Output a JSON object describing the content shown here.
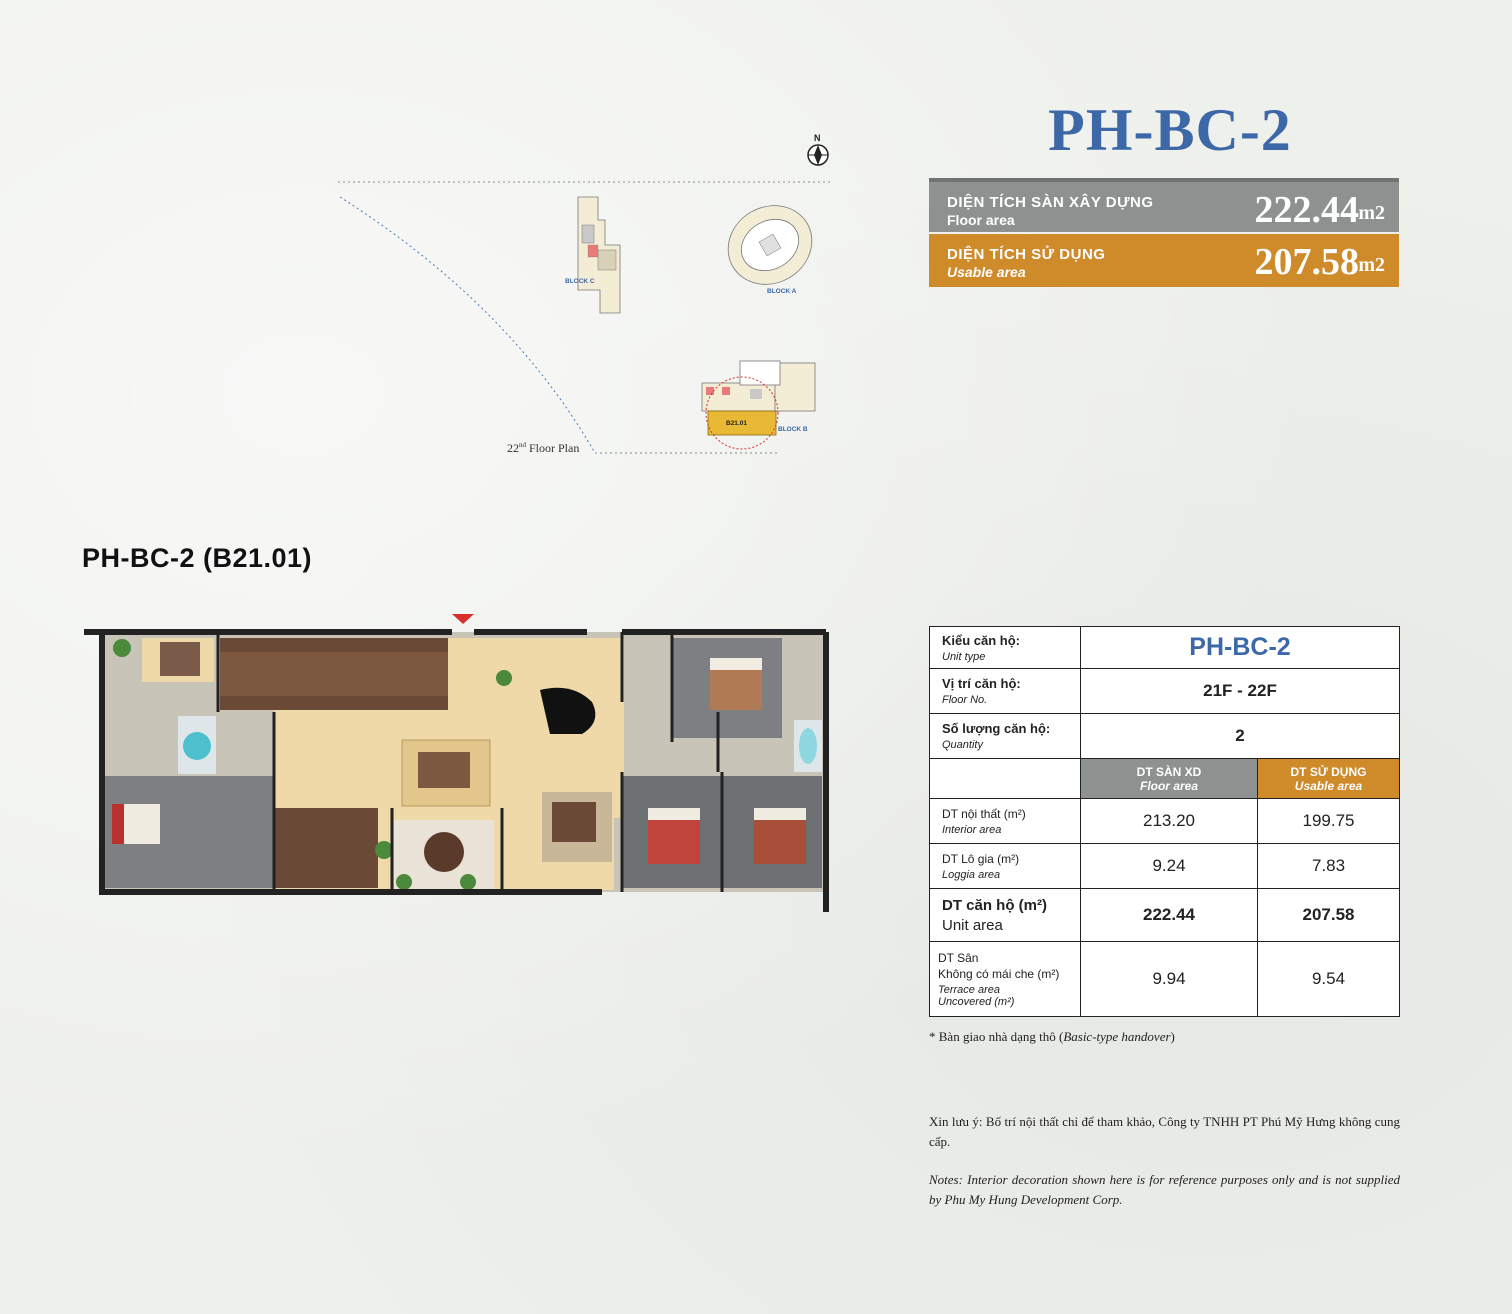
{
  "title": "PH-BC-2",
  "floor_area": {
    "label_vn": "DIỆN TÍCH SÀN XÂY DỰNG",
    "label_en": "Floor area",
    "value": "222.44",
    "unit": "m2"
  },
  "usable_area": {
    "label_vn": "DIỆN TÍCH SỬ DỤNG",
    "label_en": "Usable area",
    "value": "207.58",
    "unit": "m2"
  },
  "site_plan": {
    "compass": "N",
    "block_c": "BLOCK C",
    "block_a": "BLOCK A",
    "block_b": "BLOCK B",
    "unit_tag": "B21.01",
    "floor_label_num": "22",
    "floor_label_sup": "nd",
    "floor_label_text": " Floor Plan"
  },
  "unit_heading": "PH-BC-2 (B21.01)",
  "table": {
    "unit_type": {
      "label_vn": "Kiểu căn hộ:",
      "label_en": "Unit type",
      "value": "PH-BC-2"
    },
    "floor_no": {
      "label_vn": "Vị trí căn hộ:",
      "label_en": "Floor No.",
      "value": "21F - 22F"
    },
    "quantity": {
      "label_vn": "Số lượng căn hộ:",
      "label_en": "Quantity",
      "value": "2"
    },
    "col_floor": {
      "vn": "DT SÀN XD",
      "en": "Floor area"
    },
    "col_usable": {
      "vn": "DT SỬ DỤNG",
      "en": "Usable area"
    },
    "rows": [
      {
        "label_vn": "DT nội thất (m²)",
        "label_en": "Interior area",
        "floor": "213.20",
        "usable": "199.75"
      },
      {
        "label_vn": "DT Lô gia (m²)",
        "label_en": "Loggia area",
        "floor": "9.24",
        "usable": "7.83"
      },
      {
        "label_vn": "DT căn hộ (m²)",
        "label_en": "Unit area",
        "floor": "222.44",
        "usable": "207.58"
      },
      {
        "label_vn1": "DT Sân",
        "label_vn2": "Không có mái che (m²)",
        "label_en1": "Terrace area",
        "label_en2": "Uncovered (m²)",
        "floor": "9.94",
        "usable": "9.54"
      }
    ]
  },
  "handover_prefix": "* Bàn giao nhà dạng thô (",
  "handover_italic": "Basic-type handover",
  "handover_suffix": ")",
  "note_vn": "Xin lưu ý: Bố trí nội thất chỉ để tham khảo, Công ty TNHH PT Phú Mỹ Hưng không cung cấp.",
  "note_en": "Notes: Interior decoration shown here is for reference purposes only and is not supplied by Phu My Hung Development Corp.",
  "colors": {
    "title_blue": "#3d68a8",
    "gray": "#8d9291",
    "orange": "#cf8a2a"
  }
}
